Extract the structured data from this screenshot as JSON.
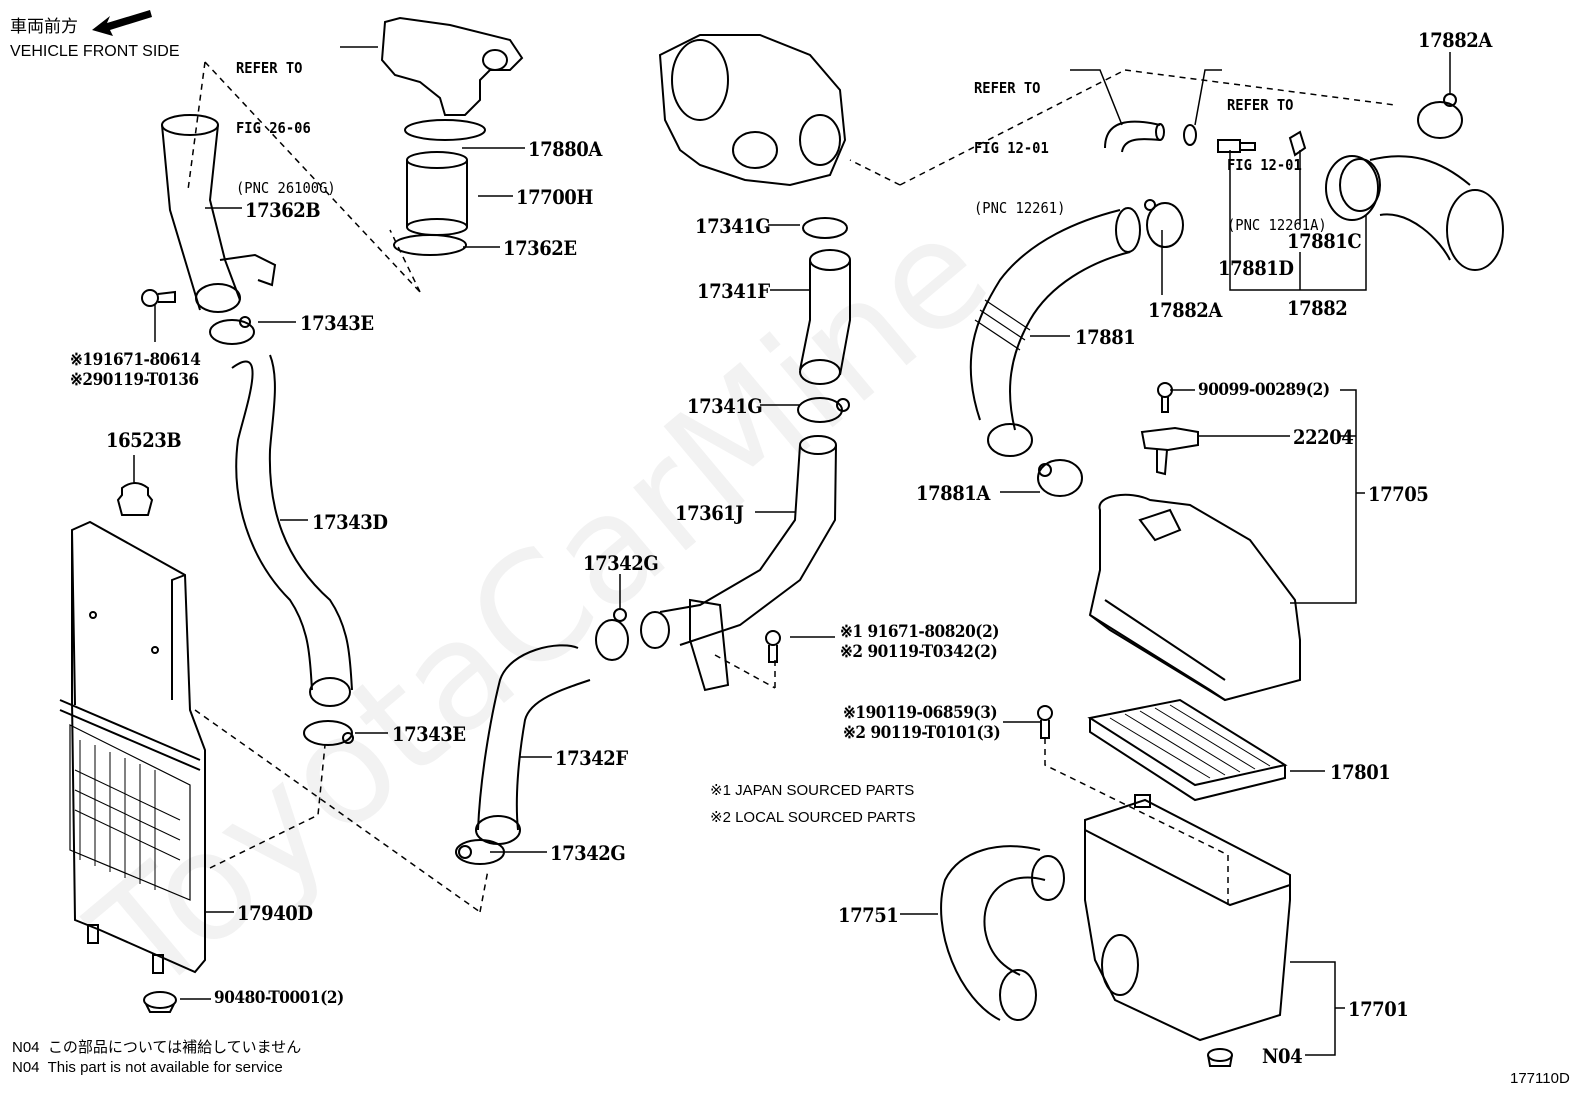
{
  "header": {
    "direction_jp": "車両前方",
    "direction_en": "VEHICLE FRONT SIDE"
  },
  "watermark": "ToyotaCarMine",
  "references": [
    {
      "line1": "REFER TO",
      "line2": "FIG 26-06",
      "line3": "(PNC 26100G)"
    },
    {
      "line1": "REFER TO",
      "line2": "FIG 12-01",
      "line3": "(PNC 12261)"
    },
    {
      "line1": "REFER TO",
      "line2": "FIG 12-01",
      "line3": "(PNC 12261A)"
    }
  ],
  "parts": {
    "p17880A": "17880A",
    "p17700H": "17700H",
    "p17362E": "17362E",
    "p17362B": "17362B",
    "p17343E_top": "17343E",
    "p17343E_bot": "17343E",
    "p17343D": "17343D",
    "p16523B": "16523B",
    "p17940D": "17940D",
    "p90480": "90480-T0001(2)",
    "p17341G_top": "17341G",
    "p17341F": "17341F",
    "p17341G_bot": "17341G",
    "p17361J": "17361J",
    "p17342G_top": "17342G",
    "p17342F": "17342F",
    "p17342G_bot": "17342G",
    "p17882A_top": "17882A",
    "p17882A_mid": "17882A",
    "p17881D": "17881D",
    "p17881C": "17881C",
    "p17882": "17882",
    "p17881": "17881",
    "p17881A": "17881A",
    "p90099": "90099-00289(2)",
    "p22204": "22204",
    "p17705": "17705",
    "p17801": "17801",
    "p17751": "17751",
    "p17701": "17701",
    "pN04": "N04"
  },
  "bolt_callouts": {
    "left": [
      "※191671-80614",
      "※290119-T0136"
    ],
    "middle": [
      "※1 91671-80820(2)",
      "※2 90119-T0342(2)"
    ],
    "right": [
      "※190119-06859(3)",
      "※2 90119-T0101(3)"
    ]
  },
  "legend": {
    "note1": "※1 JAPAN SOURCED PARTS",
    "note2": "※2 LOCAL SOURCED PARTS"
  },
  "footnotes": {
    "jp": "N04  この部品については補給していません",
    "en": "N04  This part is not available for service"
  },
  "figure_id": "177110D"
}
